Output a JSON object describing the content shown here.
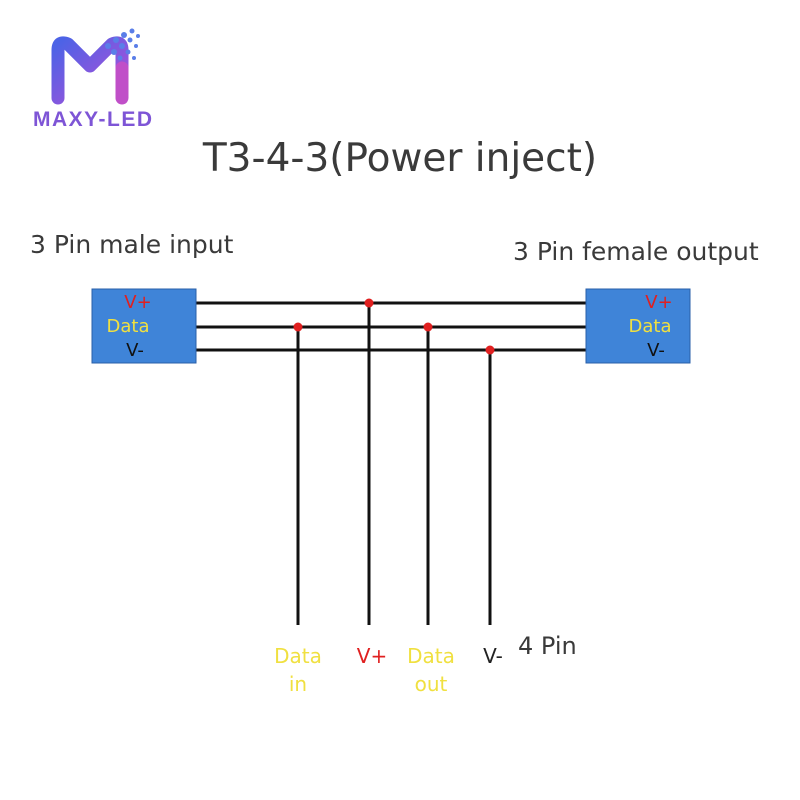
{
  "brand": {
    "name": "MAXY-LED"
  },
  "title": "T3-4-3(Power inject)",
  "input_connector": {
    "label": "3 Pin male input",
    "pins": [
      "V+",
      "Data",
      "V-"
    ]
  },
  "output_connector": {
    "label": "3 Pin female output",
    "pins": [
      "V+",
      "Data",
      "V-"
    ]
  },
  "bottom_pins": {
    "label": "4 Pin",
    "items": [
      {
        "line1": "Data",
        "line2": "in",
        "color": "#f0e040"
      },
      {
        "line1": "V+",
        "line2": "",
        "color": "#e02020"
      },
      {
        "line1": "Data",
        "line2": "out",
        "color": "#f0e040"
      },
      {
        "line1": "V-",
        "line2": "",
        "color": "#222222"
      }
    ]
  },
  "colors": {
    "connector_fill": "#3f84d8",
    "vplus": "#e02020",
    "data": "#f0e040",
    "vminus": "#111111",
    "wire": "#111111",
    "junction": "#e02020",
    "brand": "#7e55d6"
  }
}
